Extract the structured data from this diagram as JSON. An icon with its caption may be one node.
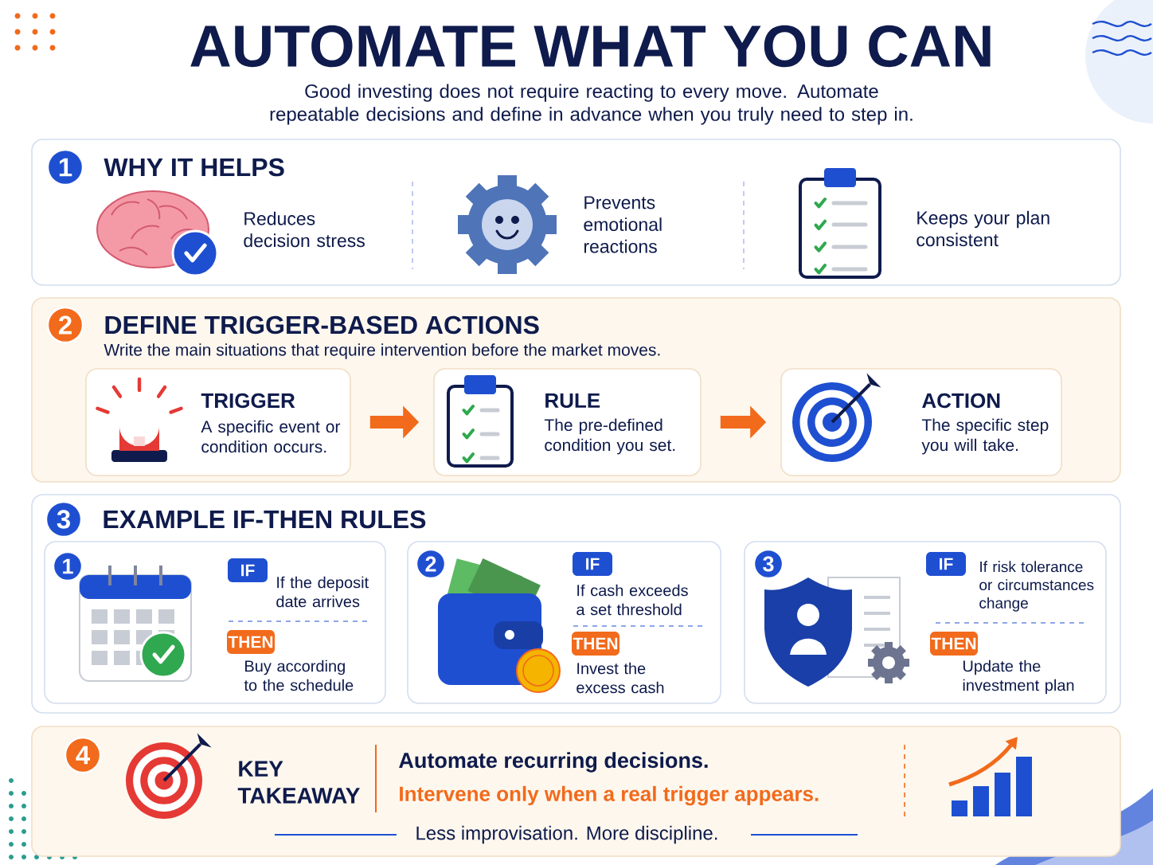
{
  "diagram": {
    "title": "AUTOMATE WHAT YOU CAN",
    "nodes": [
      {
        "text": [
          "WHY IT HELPS"
        ]
      },
      {
        "text": [
          "1"
        ],
        "in": 0
      },
      {
        "text": [
          "DEFINE TRIGGER-BASED ACTIONS",
          "Write the main situations that require intervention before the market moves."
        ]
      },
      {
        "text": [
          "2"
        ],
        "in": 2
      },
      {
        "text": [
          "TRIGGER",
          "A specific event or condition occurs."
        ],
        "in": 2
      },
      {
        "text": [
          "RULE",
          "The pre-defined condition you set."
        ],
        "in": 2
      },
      {
        "text": [
          "ACTION",
          "The specific step you will take."
        ],
        "in": 2
      },
      {
        "text": [
          "EXAMPLE IF-THEN RULES"
        ]
      },
      {
        "text": [
          "3"
        ],
        "in": 7
      },
      {
        "text": [
          "If the deposit date arrives",
          "Buy according to the schedule"
        ],
        "in": 7
      },
      {
        "text": [
          "1"
        ],
        "in": 9
      },
      {
        "text": [
          "IF"
        ],
        "in": 9
      },
      {
        "text": [
          "THEN"
        ],
        "in": 9
      },
      {
        "text": [
          "If cash exceeds a set threshold",
          "Invest the excess cash"
        ],
        "in": 7
      },
      {
        "text": [
          "2"
        ],
        "in": 13
      },
      {
        "text": [
          "IF"
        ],
        "in": 13
      },
      {
        "text": [
          "THEN"
        ],
        "in": 13
      },
      {
        "text": [
          "If risk tolerance or circumstances change",
          "Update the investment plan"
        ],
        "in": 7
      },
      {
        "text": [
          "3"
        ],
        "in": 17
      },
      {
        "text": [
          "IF"
        ],
        "in": 17
      },
      {
        "text": [
          "THEN"
        ],
        "in": 17
      },
      {
        "text": [
          "KEY TAKEAWAY",
          "Automate recurring decisions.",
          "Intervene only when a real trigger appears.",
          "Less improvisation. More discipline."
        ]
      },
      {
        "text": [
          "4"
        ],
        "in": 21
      }
    ],
    "edges": [
      {
        "from": 4,
        "to": 5,
        "arrow": "to"
      },
      {
        "from": 5,
        "to": 6,
        "arrow": "to"
      }
    ],
    "labels": [
      "Good investing does not require reacting to every move. Automate repeatable decisions and define in advance when you truly need to step in.",
      "Reduces decision stress",
      "Prevents emotional reactions",
      "Keeps your plan consistent"
    ]
  }
}
